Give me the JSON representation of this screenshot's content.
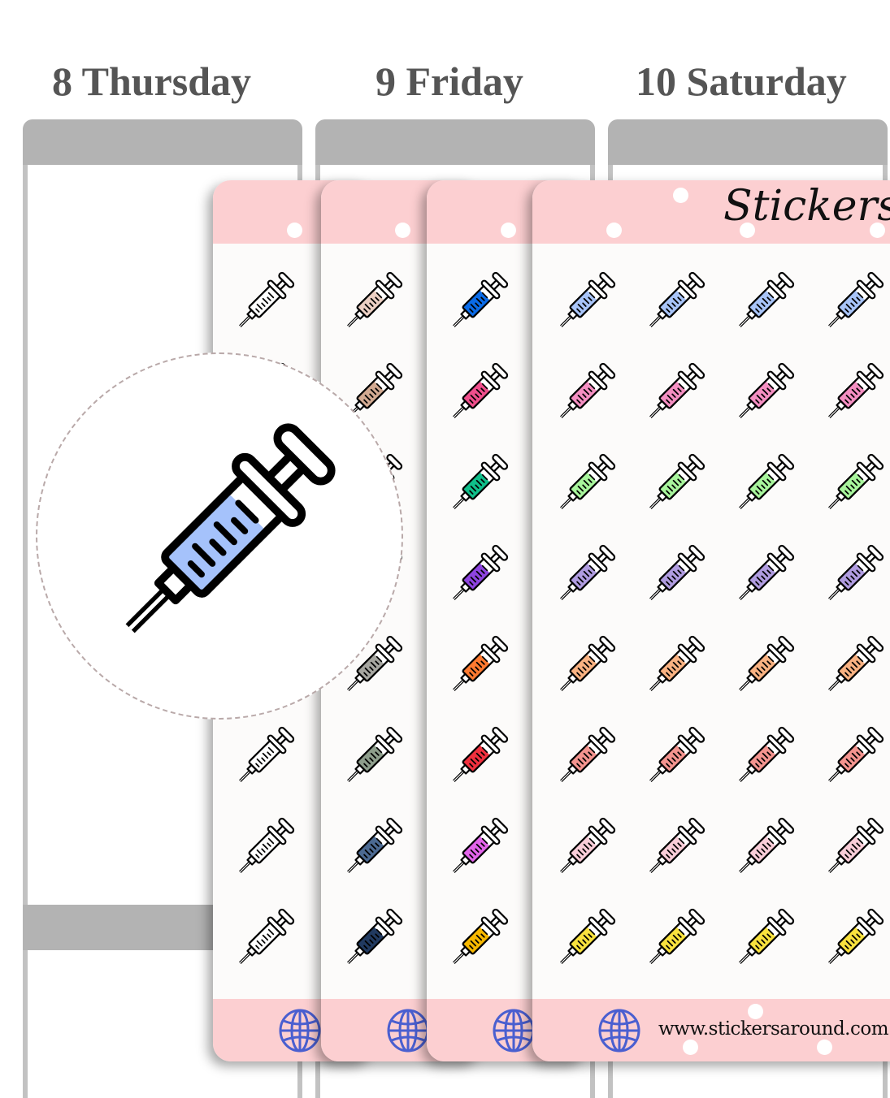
{
  "days": [
    "8 Thursday",
    "9 Friday",
    "10 Saturday"
  ],
  "brand": "Stickers Around",
  "url": "www.stickersaround.com",
  "colors": {
    "header": "#fccfd1",
    "globe": "#4a5fd0",
    "planner_gray": "#b3b3b3",
    "magnified_fill": "#a5c2fb"
  },
  "sheets": [
    {
      "columns": 1,
      "colors": [
        "#ffffff",
        "#ffffff",
        "#ffffff",
        "#ffffff",
        "#ffffff",
        "#ffffff",
        "#ffffff",
        "#ffffff"
      ]
    },
    {
      "columns": 1,
      "colors": [
        "#ecd0c4",
        "#d2aa92",
        "#c8a08a",
        "#b8a8a0",
        "#a6a6a0",
        "#8e9e8c",
        "#4c6a92",
        "#213a60"
      ]
    },
    {
      "columns": 1,
      "colors": [
        "#0a6be8",
        "#f04e8c",
        "#0fbf8a",
        "#8e44e0",
        "#ff7a30",
        "#f0303e",
        "#e264ea",
        "#f7b800"
      ]
    },
    {
      "columns": 4,
      "colors": [
        "#a8c4f8",
        "#f58fc2",
        "#a8f59c",
        "#b09ce0",
        "#f9b282",
        "#f4948f",
        "#f9cdd8",
        "#f9e23e"
      ]
    }
  ]
}
